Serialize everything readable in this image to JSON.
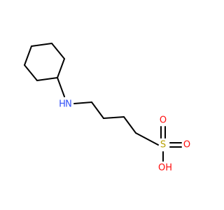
{
  "atoms": {
    "nitrogen": "N",
    "hydrogen": "H",
    "sulfur": "S",
    "oxygen_top": "O",
    "oxygen_right": "O",
    "hydroxyl": "OH"
  },
  "colors": {
    "bond": "#000000",
    "nitrogen": "#3050f8",
    "sulfur": "#b8a000",
    "oxygen": "#ff0d0d"
  }
}
